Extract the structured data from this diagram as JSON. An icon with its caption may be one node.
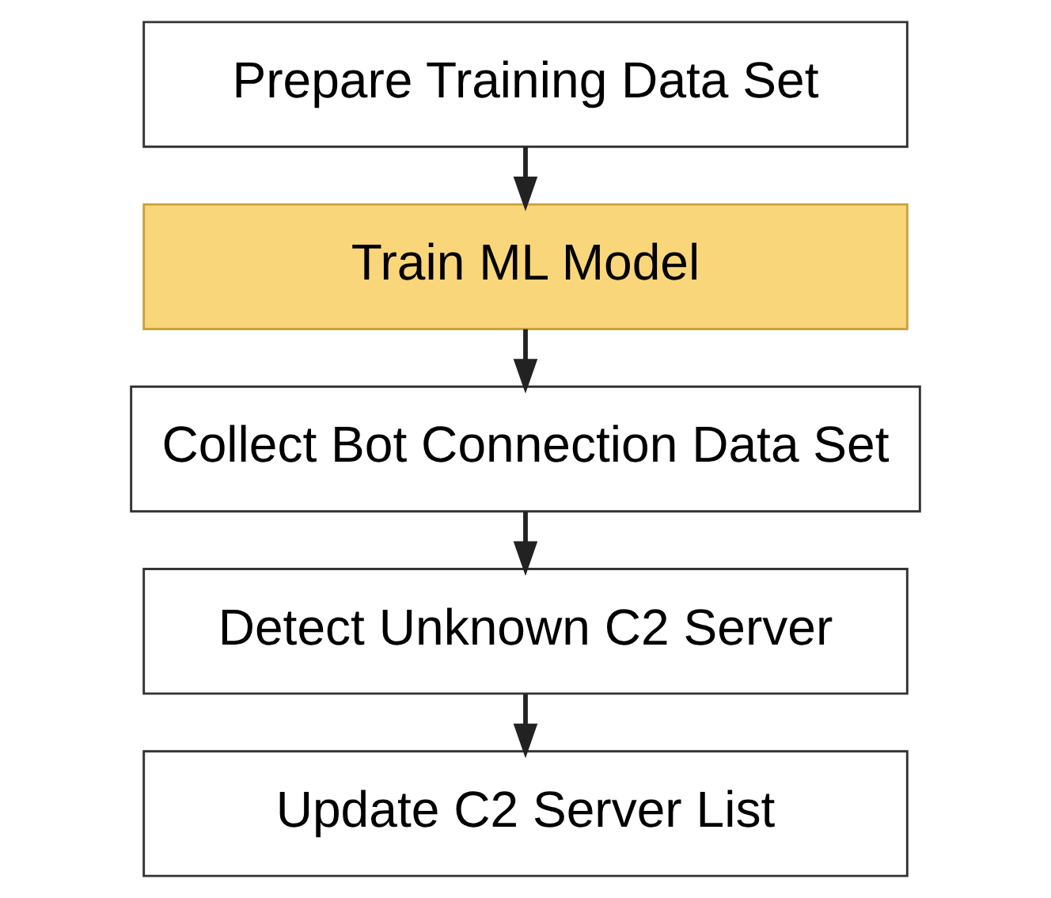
{
  "diagram": {
    "nodes": [
      {
        "text": [
          "Prepare Training Data Set"
        ]
      },
      {
        "text": [
          "Train ML Model"
        ]
      },
      {
        "text": [
          "Collect Bot Connection Data Set"
        ]
      },
      {
        "text": [
          "Detect Unknown C2 Server"
        ]
      },
      {
        "text": [
          "Update C2 Server List"
        ]
      }
    ],
    "edges": [
      {
        "from": 0,
        "to": 1,
        "arrow": "to"
      },
      {
        "from": 1,
        "to": 2,
        "arrow": "to"
      },
      {
        "from": 2,
        "to": 3,
        "arrow": "to"
      },
      {
        "from": 3,
        "to": 4,
        "arrow": "to"
      }
    ]
  }
}
